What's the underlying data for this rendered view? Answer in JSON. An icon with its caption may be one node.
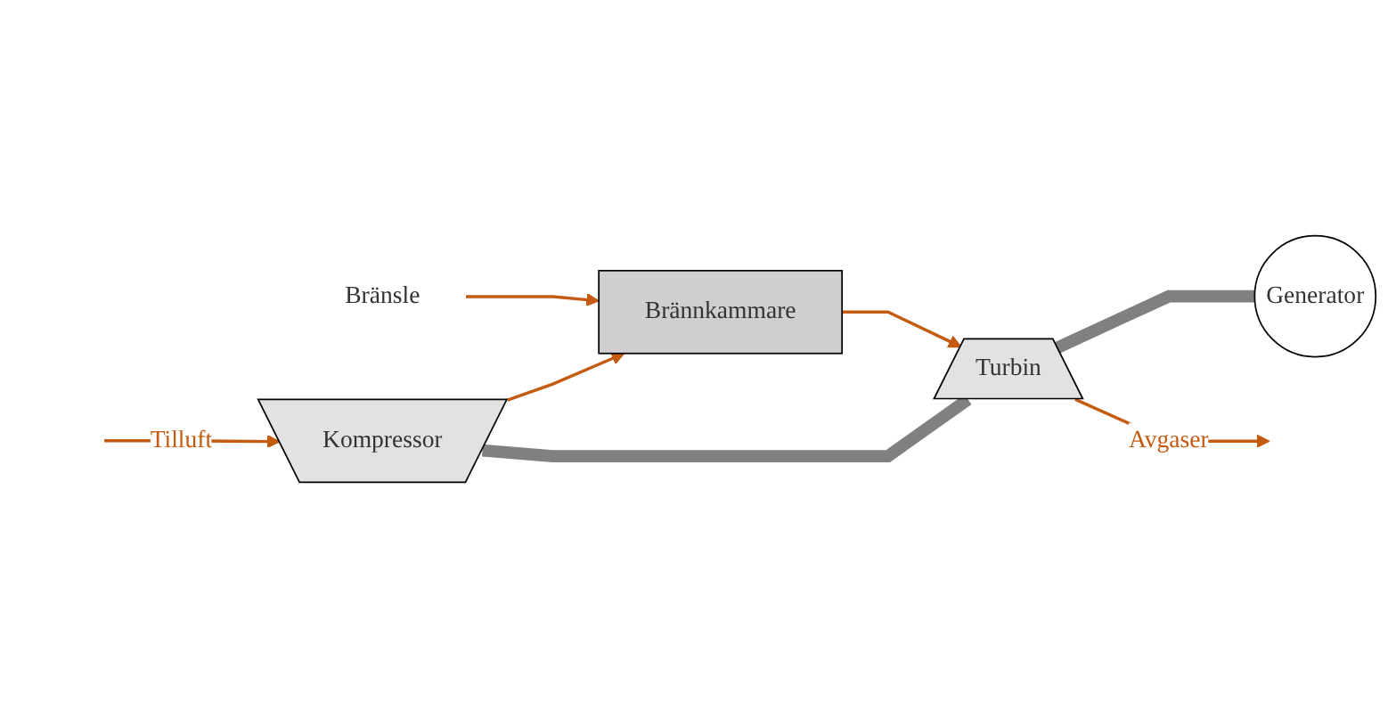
{
  "diagram": {
    "nodes": [
      {
        "text": [
          "Bränsle"
        ]
      },
      {
        "text": [
          "Brännkammare"
        ]
      },
      {
        "text": [
          "Kompressor"
        ]
      },
      {
        "text": [
          "Turbin"
        ]
      },
      {
        "text": [
          "Generator"
        ]
      }
    ],
    "edges": [
      {
        "from": 0,
        "to": 1,
        "arrow": "to"
      },
      {
        "from": 2,
        "to": 1,
        "arrow": "to"
      },
      {
        "from": 1,
        "to": 3,
        "arrow": "to"
      },
      {
        "from": 2,
        "to": 3,
        "arrow": "none",
        "style": "thick",
        "color": "#808080"
      },
      {
        "from": 3,
        "to": 4,
        "arrow": "none",
        "style": "thick",
        "color": "#808080"
      },
      {
        "from": null,
        "to": 2,
        "arrow": "to",
        "label": "Tilluft"
      },
      {
        "from": 3,
        "to": null,
        "arrow": "to",
        "label": "Avgaser"
      }
    ]
  }
}
